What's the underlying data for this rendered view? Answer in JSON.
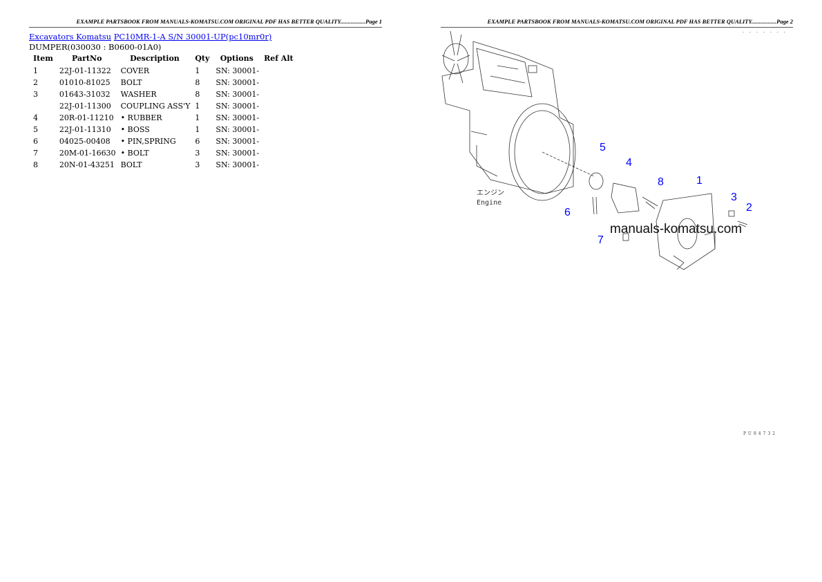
{
  "header": {
    "page1": "EXAMPLE PARTSBOOK FROM MANUALS-KOMATSU.COM ORIGINAL PDF HAS BETTER QUALITY.................Page 1",
    "page2": "EXAMPLE PARTSBOOK FROM MANUALS-KOMATSU.COM ORIGINAL PDF HAS BETTER QUALITY.................Page 2"
  },
  "breadcrumb": {
    "link1": "Excavators Komatsu",
    "link2": "PC10MR-1-A S/N 30001-UP(pc10mr0r)"
  },
  "section_title": "DUMPER(030030 : B0600-01A0)",
  "table": {
    "columns": [
      "Item",
      "PartNo",
      "Description",
      "Qty",
      "Options",
      "Ref Alt"
    ],
    "rows": [
      [
        "1",
        "22J-01-11322",
        "COVER",
        "1",
        "SN: 30001-",
        ""
      ],
      [
        "2",
        "01010-81025",
        "BOLT",
        "8",
        "SN: 30001-",
        ""
      ],
      [
        "3",
        "01643-31032",
        "WASHER",
        "8",
        "SN: 30001-",
        ""
      ],
      [
        "",
        "22J-01-11300",
        "COUPLING ASS'Y",
        "1",
        "SN: 30001-",
        ""
      ],
      [
        "4",
        "20R-01-11210",
        "• RUBBER",
        "1",
        "SN: 30001-",
        ""
      ],
      [
        "5",
        "22J-01-11310",
        "• BOSS",
        "1",
        "SN: 30001-",
        ""
      ],
      [
        "6",
        "04025-00408",
        "• PIN,SPRING",
        "6",
        "SN: 30001-",
        ""
      ],
      [
        "7",
        "20M-01-16630",
        "• BOLT",
        "3",
        "SN: 30001-",
        ""
      ],
      [
        "8",
        "20N-01-43251",
        "BOLT",
        "3",
        "SN: 30001-",
        ""
      ]
    ]
  },
  "drawing": {
    "engine_label_jp": "エンジン",
    "engine_label_en": "Engine",
    "watermark": "manuals-komatsu.com",
    "callouts": [
      "1",
      "2",
      "3",
      "4",
      "5",
      "6",
      "7",
      "8"
    ],
    "callout_color": "#0000ff",
    "code_top": "- - - - - - -",
    "code_bottom": "PU84732"
  }
}
